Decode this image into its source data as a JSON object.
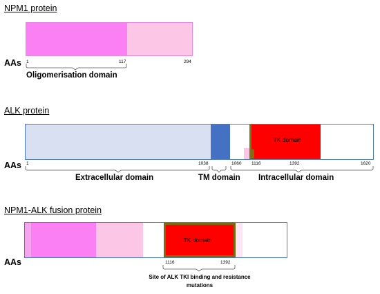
{
  "colors": {
    "oligo": "#fb80f4",
    "oligo_light": "#fcc6e6",
    "extracellular": "#d8e0f1",
    "tm": "#4571c4",
    "tk": "#fe0000",
    "tk_border": "#7a6a14",
    "outline_blue": "#4d78c8",
    "outline_pink": "#e88ae4"
  },
  "npm1": {
    "title": "NPM1 protein",
    "aas_label": "AAs",
    "ticks": [
      "1",
      "117",
      "294"
    ],
    "domain_label": "Oligomerisation domain"
  },
  "alk": {
    "title": "ALK protein",
    "aas_label": "AAs",
    "tk_label": "TK domain",
    "ticks": [
      "1",
      "1038",
      "1060",
      "1116",
      "1392",
      "1620"
    ],
    "domain_labels": {
      "extracellular": "Extracellular domain",
      "tm": "TM domain",
      "intracellular": "Intracellular domain"
    }
  },
  "fusion": {
    "title": "NPM1-ALK fusion protein",
    "aas_label": "AAs",
    "tk_label": "TK domain",
    "ticks": [
      "1116",
      "1392"
    ],
    "site_label": "Site of ALK TKI binding and resistance mutations"
  }
}
